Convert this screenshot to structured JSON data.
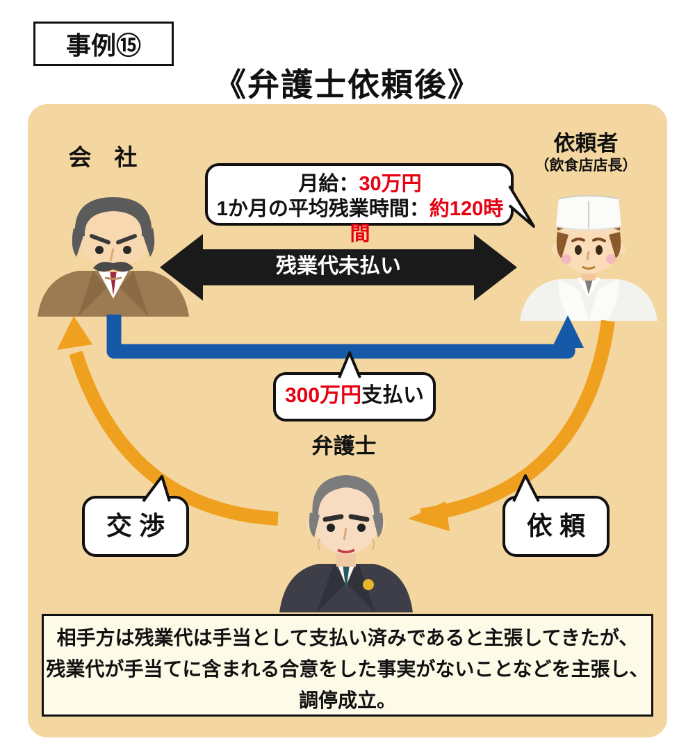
{
  "page": {
    "badge": "事例⑮",
    "title": "《弁護士依頼後》"
  },
  "actors": {
    "company": {
      "label": "会　社"
    },
    "client": {
      "label": "依頼者",
      "sublabel": "（飲食店店長）"
    },
    "lawyer": {
      "label": "弁護士"
    }
  },
  "bubble": {
    "line1_label": "月給：",
    "line1_value": "30万円",
    "line2_label": "1か月の平均残業時間：",
    "line2_value": "約120時間"
  },
  "relations": {
    "dispute": "残業代未払い",
    "payment_amount": "300万円",
    "payment_suffix": "支払い",
    "negotiation": "交 渉",
    "request": "依 頼"
  },
  "note": {
    "line1": "相手方は残業代は手当として支払い済みであると主張してきたが、",
    "line2": "残業代が手当てに含まれる合意をした事実がないことなどを主張し、",
    "line3": "調停成立。"
  },
  "colors": {
    "panel_bg": "#F4D6A0",
    "note_bg": "#FDFAE8",
    "orange": "#F0A01F",
    "blue": "#1659A8",
    "red": "#E60012",
    "arrow_black": "#1A1A1A"
  }
}
